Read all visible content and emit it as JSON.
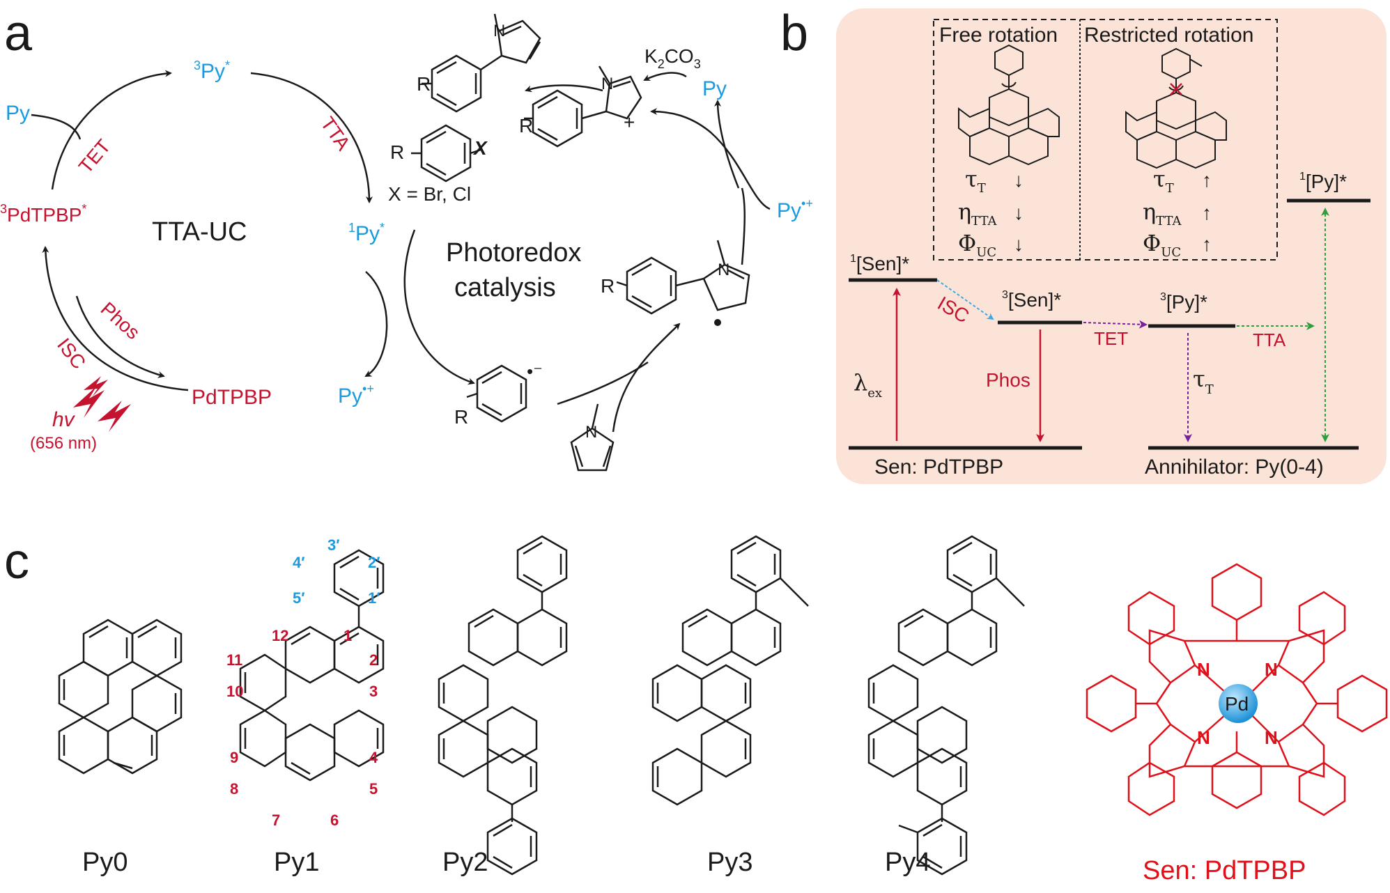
{
  "colors": {
    "red": "#c4122f",
    "blue": "#1a9be0",
    "black": "#1a1a1a",
    "panel_bg": "#fbe3d7",
    "pd_ball": "#2aa7e8",
    "isc_arrow": "#3fa9e0",
    "tet_arrow": "#7a1fa0",
    "tta_arrow": "#2e9e3e"
  },
  "panel_a": {
    "label": "a",
    "center_label": "TTA-UC",
    "photoredox_line1": "Photoredox",
    "photoredox_line2": "catalysis",
    "py_left": "Py",
    "tet": "TET",
    "triplet_py": "3Py*",
    "tta": "TTA",
    "singlet_py": "1Py*",
    "triplet_pdtpbp": "3PdTPBP*",
    "isc": "ISC",
    "phos": "Phos",
    "pdtpbp": "PdTPBP",
    "hv": "hv",
    "wavelength": "(656 nm)",
    "py_cation_left": "Py•+",
    "py_cation_right": "Py•+",
    "py_right": "Py",
    "substrate_r": "R",
    "substrate_x": "X",
    "x_def": "X = Br, Cl",
    "k2co3": "K2CO3",
    "r_label": "R",
    "n_label": "N",
    "plus": "+"
  },
  "panel_b": {
    "label": "b",
    "free_rotation": "Free rotation",
    "restricted_rotation": "Restricted rotation",
    "tau_t": "τT",
    "eta_tta": "ηTTA",
    "phi_uc": "ΦUC",
    "arrow_down": "↓",
    "arrow_up": "↑",
    "singlet_sen": "1[Sen]*",
    "triplet_sen": "3[Sen]*",
    "triplet_py": "3[Py]*",
    "singlet_py": "1[Py]*",
    "isc": "ISC",
    "tet": "TET",
    "tta": "TTA",
    "phos": "Phos",
    "lambda_ex": "λex",
    "tau": "τT",
    "sen_label": "Sen: PdTPBP",
    "ann_label": "Annihilator: Py(0-4)"
  },
  "panel_c": {
    "label": "c",
    "names": [
      "Py0",
      "Py1",
      "Py2",
      "Py3",
      "Py4"
    ],
    "sen_label": "Sen: PdTPBP",
    "pd": "Pd",
    "n": "N",
    "numbers_red": [
      "1",
      "2",
      "3",
      "4",
      "5",
      "6",
      "7",
      "8",
      "9",
      "10",
      "11",
      "12"
    ],
    "numbers_blue": [
      "1′",
      "2′",
      "3′",
      "4′",
      "5′"
    ]
  }
}
